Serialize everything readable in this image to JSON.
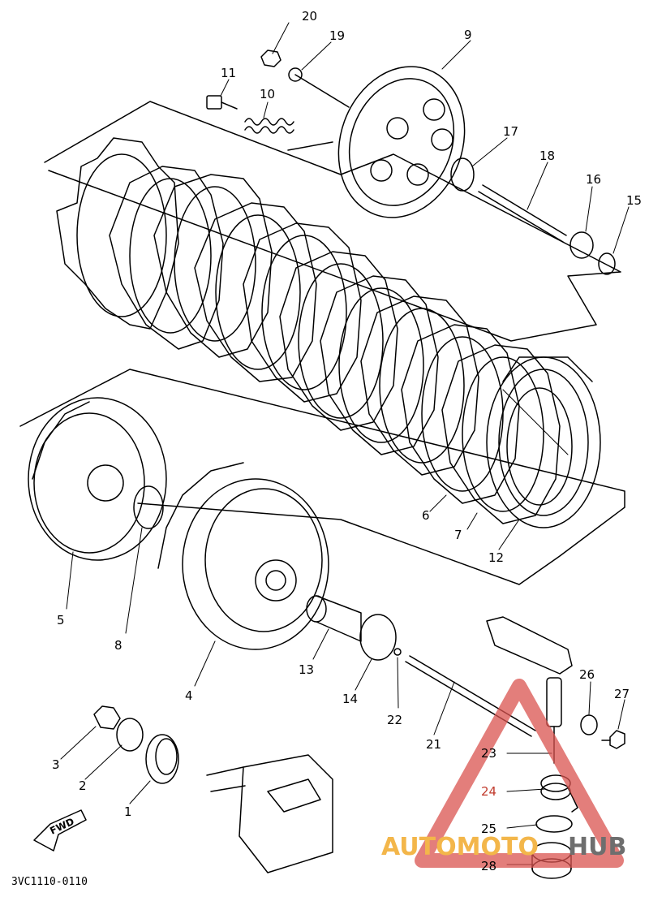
{
  "diagram": {
    "callouts": [
      {
        "id": "1",
        "label": "1"
      },
      {
        "id": "2",
        "label": "2"
      },
      {
        "id": "3",
        "label": "3"
      },
      {
        "id": "4",
        "label": "4"
      },
      {
        "id": "5",
        "label": "5"
      },
      {
        "id": "6",
        "label": "6"
      },
      {
        "id": "7",
        "label": "7"
      },
      {
        "id": "8",
        "label": "8"
      },
      {
        "id": "9",
        "label": "9"
      },
      {
        "id": "10",
        "label": "10"
      },
      {
        "id": "11",
        "label": "11"
      },
      {
        "id": "12",
        "label": "12"
      },
      {
        "id": "13",
        "label": "13"
      },
      {
        "id": "14",
        "label": "14"
      },
      {
        "id": "15",
        "label": "15"
      },
      {
        "id": "16",
        "label": "16"
      },
      {
        "id": "17",
        "label": "17"
      },
      {
        "id": "18",
        "label": "18"
      },
      {
        "id": "19",
        "label": "19"
      },
      {
        "id": "20",
        "label": "20"
      },
      {
        "id": "21",
        "label": "21"
      },
      {
        "id": "22",
        "label": "22"
      },
      {
        "id": "23",
        "label": "23"
      },
      {
        "id": "24",
        "label": "24"
      },
      {
        "id": "25",
        "label": "25"
      },
      {
        "id": "26",
        "label": "26"
      },
      {
        "id": "27",
        "label": "27"
      },
      {
        "id": "28",
        "label": "28"
      }
    ],
    "direction_arrow": "FWD",
    "document_code": "3VC1110-0110"
  },
  "watermark": {
    "part1": "AUTOMOTO",
    "part2": "HUB",
    "colors": {
      "part1": "#f3b64a",
      "part2": "#6e6e6e",
      "triangle": "#d9534f"
    }
  },
  "icons": {
    "watermark_triangle": "warning-triangle-icon",
    "direction": "fwd-arrow-icon"
  },
  "colors": {
    "ink": "#000000",
    "paper": "#ffffff"
  }
}
